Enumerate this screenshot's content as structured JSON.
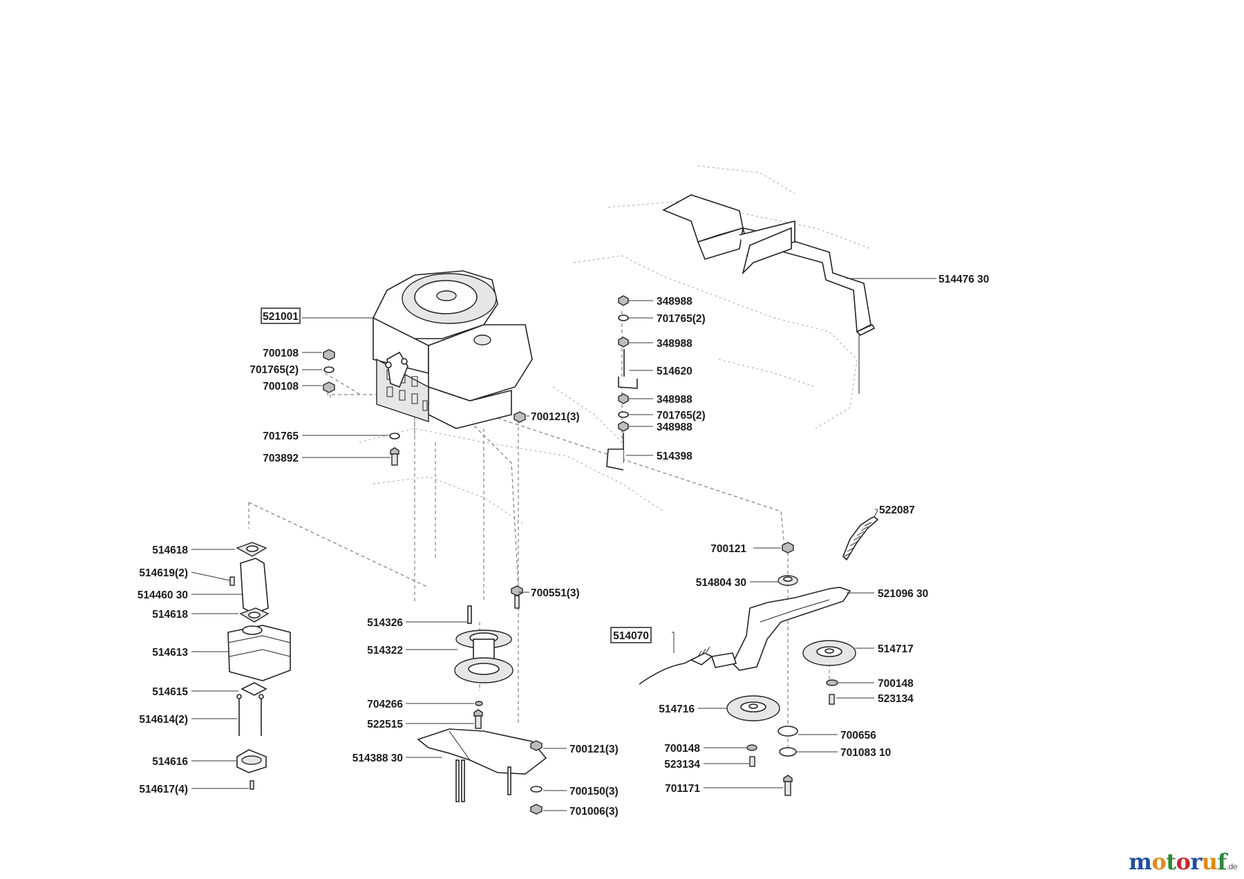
{
  "parts": {
    "p_521001": "521001",
    "p_700108_a": "700108",
    "p_701765_2_a": "701765(2)",
    "p_700108_b": "700108",
    "p_701765": "701765",
    "p_703892": "703892",
    "p_700121_3_a": "700121(3)",
    "p_348988_a": "348988",
    "p_701765_2_b": "701765(2)",
    "p_348988_b": "348988",
    "p_514620": "514620",
    "p_348988_c": "348988",
    "p_701765_2_c": "701765(2)",
    "p_348988_d": "348988",
    "p_514398": "514398",
    "p_514476_30": "514476 30",
    "p_514618_a": "514618",
    "p_514619_2": "514619(2)",
    "p_514460_30": "514460 30",
    "p_514618_b": "514618",
    "p_514613": "514613",
    "p_514615": "514615",
    "p_514614_2": "514614(2)",
    "p_514616": "514616",
    "p_514617_4": "514617(4)",
    "p_700551_3": "700551(3)",
    "p_514326": "514326",
    "p_514322": "514322",
    "p_704266": "704266",
    "p_522515": "522515",
    "p_514388_30": "514388 30",
    "p_700121_3_b": "700121(3)",
    "p_700150_3": "700150(3)",
    "p_701006_3": "701006(3)",
    "p_522087": "522087",
    "p_700121": "700121",
    "p_514804_30": "514804 30",
    "p_521096_30": "521096 30",
    "p_514070": "514070",
    "p_514717": "514717",
    "p_700148_a": "700148",
    "p_523134_a": "523134",
    "p_514716": "514716",
    "p_700656": "700656",
    "p_700148_b": "700148",
    "p_701083_10": "701083 10",
    "p_523134_b": "523134",
    "p_701171": "701171"
  },
  "watermark": {
    "letters": [
      "m",
      "o",
      "t",
      "o",
      "r",
      "u",
      "f"
    ],
    "colors": [
      "#1f4e9c",
      "#e08a12",
      "#2c8a3a",
      "#c9262c",
      "#1f4e9c",
      "#e08a12",
      "#2c8a3a"
    ],
    "suffix": ".de"
  }
}
